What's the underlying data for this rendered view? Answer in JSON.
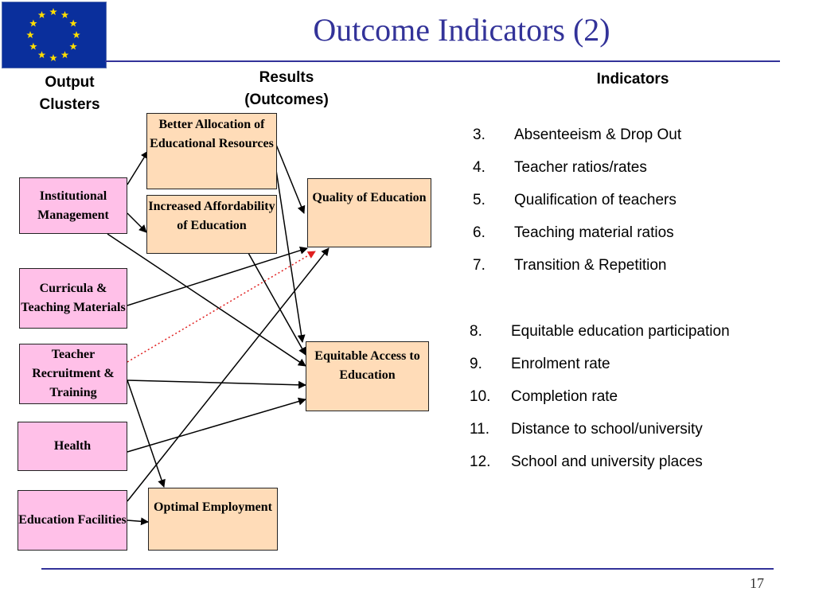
{
  "slide": {
    "title": "Outcome Indicators (2)",
    "page_number": "17"
  },
  "headers": {
    "output_clusters": "Output Clusters",
    "results": "Results (Outcomes)",
    "indicators": "Indicators"
  },
  "clusters": [
    {
      "id": "institutional",
      "label": "Institutional Management"
    },
    {
      "id": "curricula",
      "label": "Curricula & Teaching Materials"
    },
    {
      "id": "teacher",
      "label": "Teacher Recruitment & Training"
    },
    {
      "id": "health",
      "label": "Health"
    },
    {
      "id": "facilities",
      "label": "Education Facilities"
    }
  ],
  "intermediate": [
    {
      "id": "allocation",
      "label": "Better Allocation of Educational Resources"
    },
    {
      "id": "affordability",
      "label": "Increased Affordability of Education"
    }
  ],
  "outcomes": [
    {
      "id": "quality",
      "label": "Quality of Education"
    },
    {
      "id": "access",
      "label": "Equitable Access to Education"
    },
    {
      "id": "employment",
      "label": "Optimal Employment"
    }
  ],
  "indicators_quality": [
    {
      "num": "3.",
      "text": "Absenteeism & Drop Out"
    },
    {
      "num": "4.",
      "text": "Teacher ratios/rates"
    },
    {
      "num": "5.",
      "text": "Qualification of teachers"
    },
    {
      "num": "6.",
      "text": "Teaching material ratios"
    },
    {
      "num": "7.",
      "text": "Transition & Repetition"
    }
  ],
  "indicators_access": [
    {
      "num": "8.",
      "text": "Equitable education participation"
    },
    {
      "num": "9.",
      "text": "Enrolment rate"
    },
    {
      "num": "10.",
      "text": "Completion rate"
    },
    {
      "num": "11.",
      "text": "Distance to school/university"
    },
    {
      "num": "12.",
      "text": "School and university places"
    }
  ],
  "colors": {
    "title": "#333399",
    "rule": "#333399",
    "cluster_fill": "#ffc0e8",
    "result_fill": "#ffdcb8",
    "dotted_arrow": "#e02020",
    "flag_blue": "#0a2f9c",
    "flag_stars": "#ffdd00"
  },
  "icons": {
    "logo": "eu-flag-icon"
  }
}
